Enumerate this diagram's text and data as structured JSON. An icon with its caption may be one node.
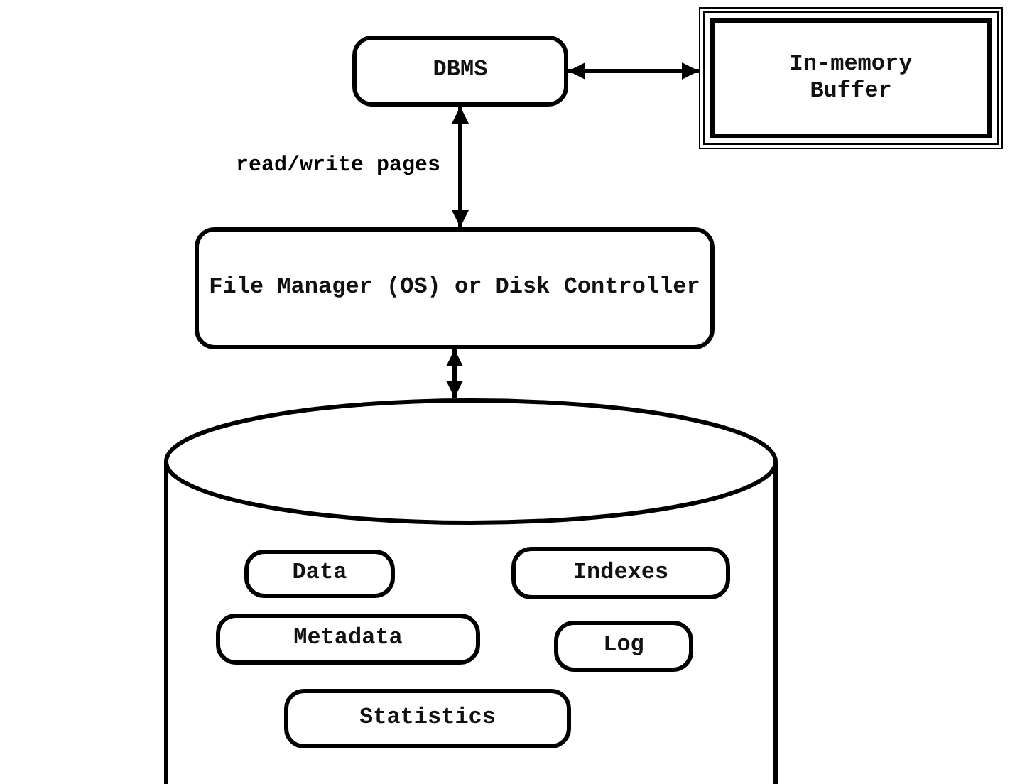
{
  "diagram": {
    "nodes": [
      {
        "text": [
          "DBMS"
        ]
      },
      {
        "text": [
          "In-memory Buffer"
        ]
      },
      {
        "text": [
          "File Manager (OS) or Disk Controller"
        ]
      },
      {
        "text": [],
        "shape": "cylinder"
      },
      {
        "text": [
          "Data"
        ],
        "in": 3
      },
      {
        "text": [
          "Indexes"
        ],
        "in": 3
      },
      {
        "text": [
          "Metadata"
        ],
        "in": 3
      },
      {
        "text": [
          "Log"
        ],
        "in": 3
      },
      {
        "text": [
          "Statistics"
        ],
        "in": 3
      }
    ],
    "edges": [
      {
        "from": 0,
        "to": 1,
        "arrow": "both"
      },
      {
        "from": 0,
        "to": 2,
        "arrow": "both",
        "label": "read/write pages"
      },
      {
        "from": 2,
        "to": 3,
        "arrow": "both"
      }
    ]
  }
}
